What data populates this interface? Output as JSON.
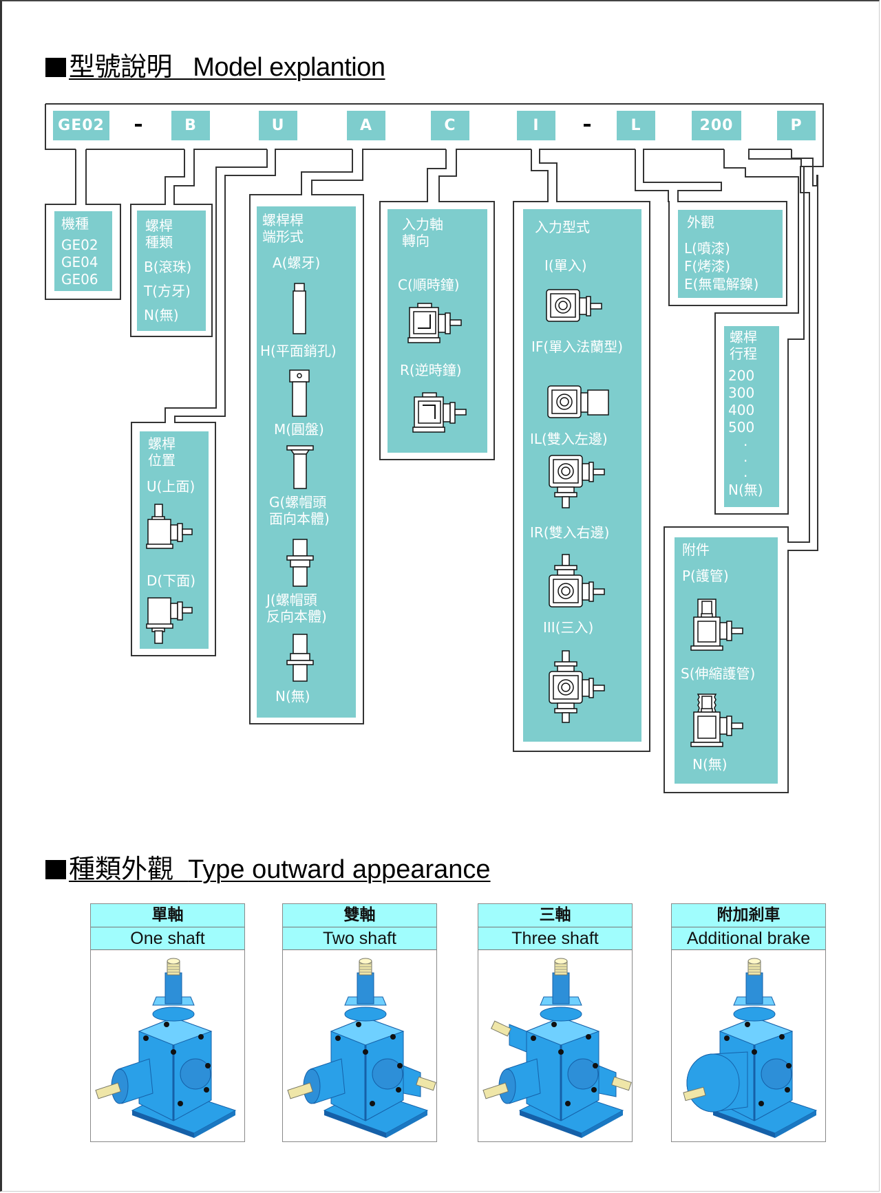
{
  "sections": {
    "model": {
      "title_zh": "型號說明",
      "title_en": "Model explantion"
    },
    "types": {
      "title_zh": "種類外觀",
      "title_en": "Type outward appearance"
    }
  },
  "model_code": {
    "segments": [
      "GE02",
      "B",
      "U",
      "A",
      "C",
      "I",
      "L",
      "200",
      "P"
    ],
    "separator": "-"
  },
  "panels": {
    "model": {
      "title": "機種",
      "options": [
        "GE02",
        "GE04",
        "GE06"
      ]
    },
    "screw_type": {
      "title": [
        "螺桿",
        "種類"
      ],
      "options": [
        "B(滾珠)",
        "T(方牙)",
        "N(無)"
      ]
    },
    "screw_position": {
      "title": [
        "螺桿",
        "位置"
      ],
      "options": [
        "U(上面)",
        "D(下面)"
      ]
    },
    "screw_end": {
      "title": [
        "螺桿桿",
        "端形式"
      ],
      "options": [
        "A(螺牙)",
        "H(平面銷孔)",
        "M(圓盤)",
        "G(螺帽頭",
        "面向本體)",
        "J(螺帽頭",
        "反向本體)",
        "N(無)"
      ]
    },
    "input_rotation": {
      "title": [
        "入力軸",
        "轉向"
      ],
      "options": [
        "C(順時鐘)",
        "R(逆時鐘)"
      ]
    },
    "input_type": {
      "title": "入力型式",
      "options": [
        "I(單入)",
        "IF(單入法蘭型)",
        "IL(雙入左邊)",
        "IR(雙入右邊)",
        "III(三入)"
      ]
    },
    "appearance": {
      "title": "外觀",
      "options": [
        "L(噴漆)",
        "F(烤漆)",
        "E(無電解鎳)"
      ]
    },
    "stroke": {
      "title": [
        "螺桿",
        "行程"
      ],
      "options": [
        "200",
        "300",
        "400",
        "500",
        ".",
        ".",
        ".",
        "N(無)"
      ]
    },
    "accessory": {
      "title": "附件",
      "options": [
        "P(護管)",
        "S(伸縮護管)",
        "N(無)"
      ]
    }
  },
  "type_cards": [
    {
      "zh": "單軸",
      "en": "One shaft",
      "variant": "one"
    },
    {
      "zh": "雙軸",
      "en": "Two shaft",
      "variant": "two"
    },
    {
      "zh": "三軸",
      "en": "Three shaft",
      "variant": "three"
    },
    {
      "zh": "附加剎車",
      "en": "Additional brake",
      "variant": "brake"
    }
  ],
  "colors": {
    "panel": "#7ecdcd",
    "card_header": "#a0fdfd",
    "product_blue": "#2aa0e8",
    "shaft": "#efe6a8"
  }
}
